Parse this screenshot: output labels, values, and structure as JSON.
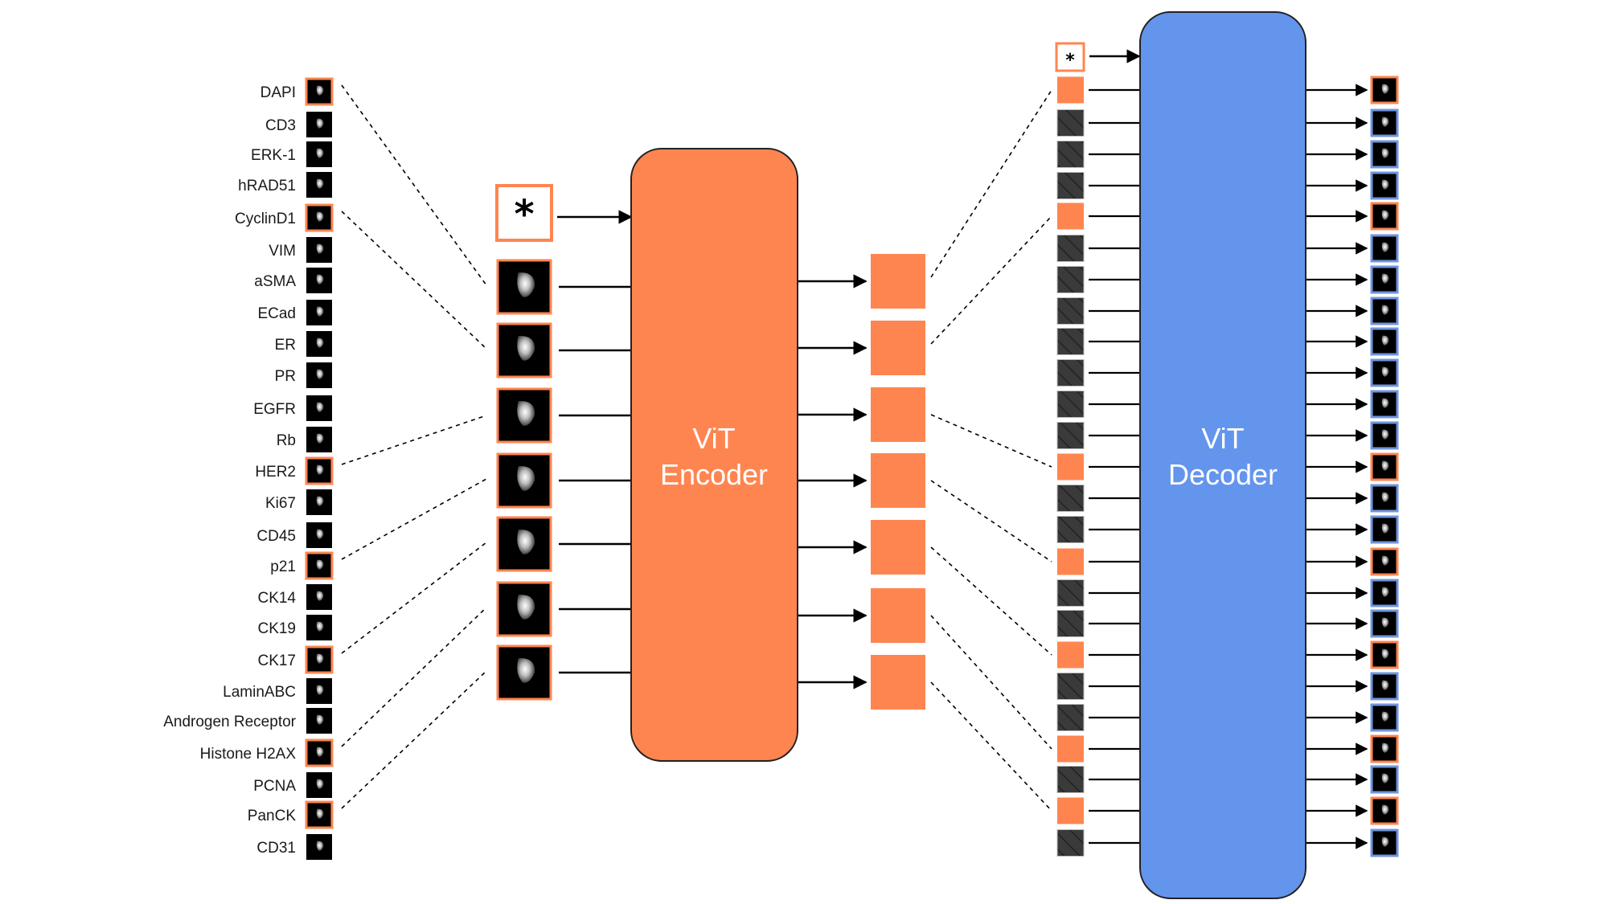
{
  "markers": [
    "DAPI",
    "CD3",
    "ERK-1",
    "hRAD51",
    "CyclinD1",
    "VIM",
    "aSMA",
    "ECad",
    "ER",
    "PR",
    "EGFR",
    "Rb",
    "HER2",
    "Ki67",
    "CD45",
    "p21",
    "CK14",
    "CK19",
    "CK17",
    "LaminABC",
    "Androgen Receptor",
    "Histone H2AX",
    "PCNA",
    "PanCK",
    "CD31"
  ],
  "selected_marker_indices": [
    0,
    4,
    12,
    15,
    18,
    21,
    23
  ],
  "encoder": {
    "line1": "ViT",
    "line2": "Encoder"
  },
  "decoder": {
    "line1": "ViT",
    "line2": "Decoder"
  },
  "cls_token_symbol": "*",
  "colors": {
    "encoder_orange": "#FF8550",
    "token_orange": "#FF8550",
    "decoder_blue": "#6495ED",
    "masked_token": "#3A3A3A",
    "output_border_blue": "#6F95DE"
  }
}
